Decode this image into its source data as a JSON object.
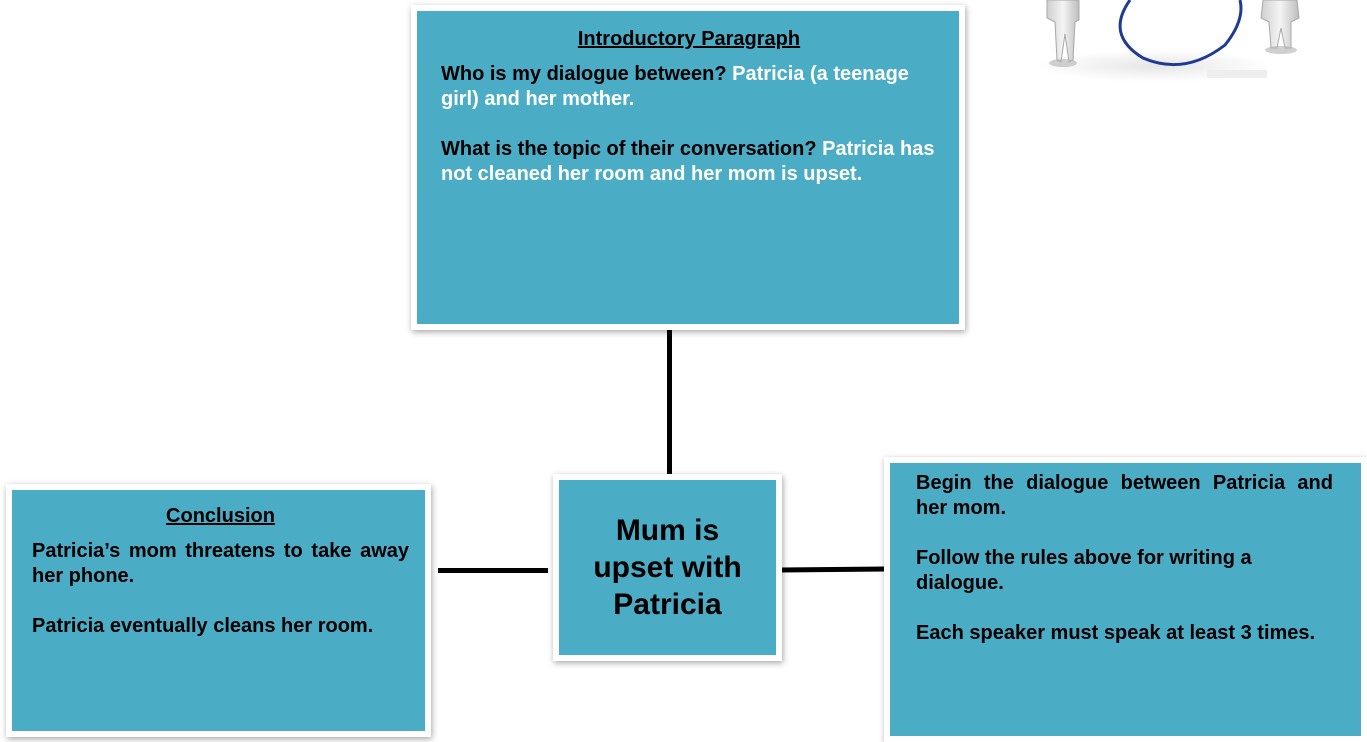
{
  "intro": {
    "heading": "Introductory Paragraph",
    "q1": "Who is my dialogue between?",
    "a1": "Patricia (a teenage girl) and her mother.",
    "q2": "What is the topic of their conversation?",
    "a2": "Patricia has not cleaned her room and her mom is upset."
  },
  "center": {
    "line1": "Mum is",
    "line2": "upset with",
    "line3": "Patricia"
  },
  "conclusion": {
    "heading": "Conclusion",
    "p1": "Patricia’s mom threatens to take away her phone.",
    "p2": "Patricia eventually cleans her room."
  },
  "body": {
    "p1": "Begin the dialogue between Patricia and her mom.",
    "p2": "Follow the rules above for writing a dialogue.",
    "p3": "Each speaker must speak at least 3 times."
  },
  "colors": {
    "box_fill": "#4bacc6",
    "box_border": "#ffffff",
    "connector": "#000000"
  },
  "illustration": {
    "icon": "two-figures-speech-bubble-icon"
  }
}
